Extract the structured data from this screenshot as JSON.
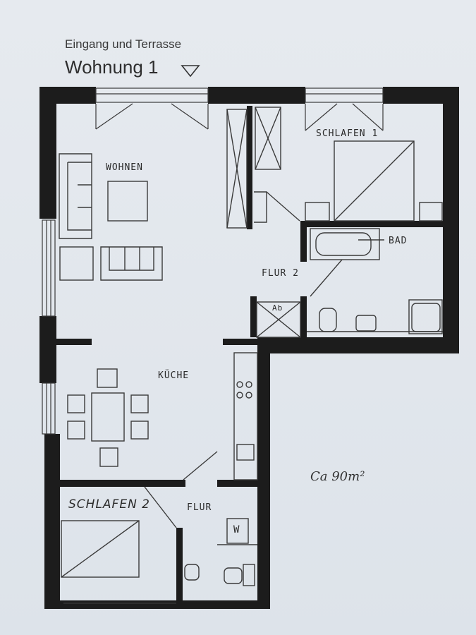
{
  "header": {
    "subtitle": "Eingang und Terrasse",
    "title": "Wohnung 1"
  },
  "rooms": {
    "wohnen": "WOHNEN",
    "schlafen1": "SCHLAFEN 1",
    "bad": "BAD",
    "flur2": "FLUR 2",
    "ab": "Ab",
    "kueche": "KÜCHE",
    "schlafen2": "SCHLAFEN 2",
    "flur": "FLUR",
    "w": "W"
  },
  "area": "Ca 90m²",
  "colors": {
    "wall": "#1c1c1c",
    "line": "#3a3a3a",
    "paper": "#e3e8ee"
  }
}
